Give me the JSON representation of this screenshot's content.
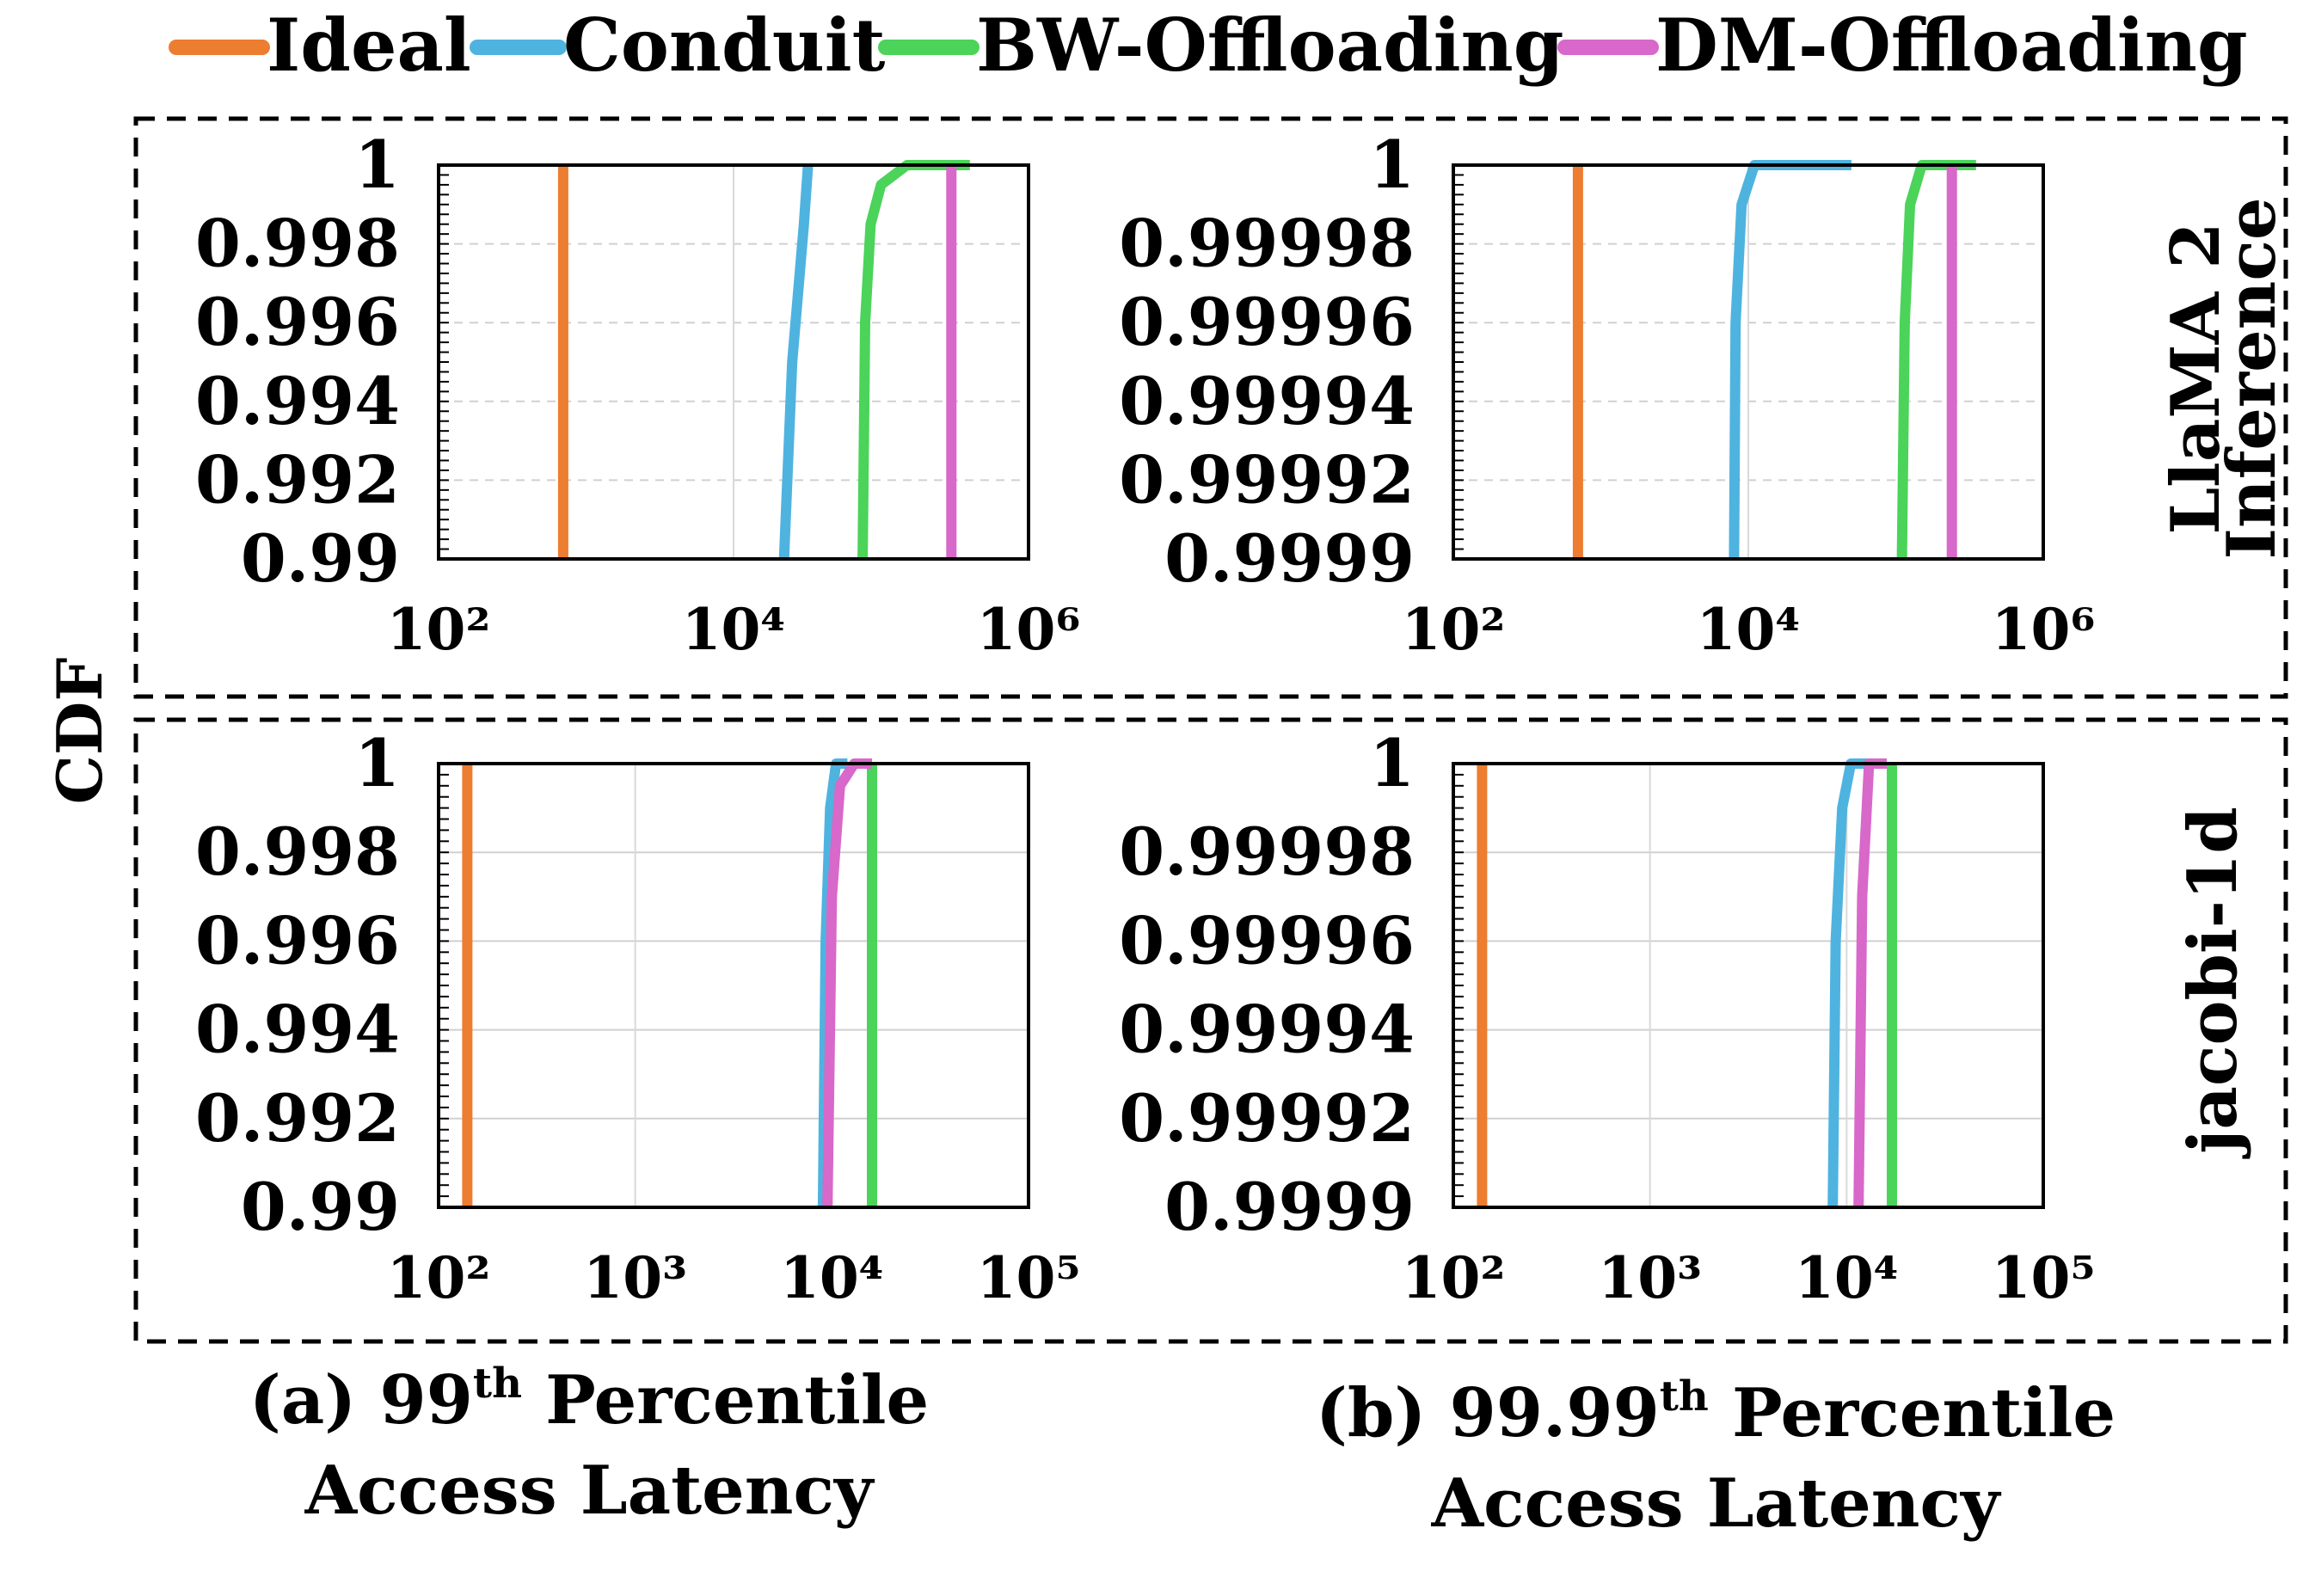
{
  "legend": [
    {
      "name": "Ideal",
      "color": "#ed7d31"
    },
    {
      "name": "Conduit",
      "color": "#4fb3e0"
    },
    {
      "name": "BW-Offloading",
      "color": "#4bd35a"
    },
    {
      "name": "DM-Offloading",
      "color": "#d868c9"
    }
  ],
  "ylabel": "CDF",
  "row_labels": [
    [
      "LlaMA 2",
      "Inference"
    ],
    [
      "jacobi-1d"
    ]
  ],
  "captions": [
    {
      "prefix": "(a) 99",
      "sup": "th",
      "rest": " Percentile",
      "line2": "Access Latency"
    },
    {
      "prefix": "(b) 99.99",
      "sup": "th",
      "rest": " Percentile",
      "line2": "Access Latency"
    }
  ],
  "chart_data": [
    {
      "type": "line",
      "panel": "LlaMA 2 Inference - 99th percentile",
      "xscale": "log",
      "xlim": [
        100,
        1000000
      ],
      "ylim": [
        0.99,
        1
      ],
      "xticks": [
        "10²",
        "10⁴",
        "10⁶"
      ],
      "yticks": [
        "0.99",
        "0.992",
        "0.994",
        "0.996",
        "0.998",
        "1"
      ],
      "series": [
        {
          "name": "Ideal",
          "points": [
            [
              700,
              0.99
            ],
            [
              700,
              1
            ]
          ]
        },
        {
          "name": "Conduit",
          "points": [
            [
              22000,
              0.99
            ],
            [
              25000,
              0.995
            ],
            [
              30000,
              0.9985
            ],
            [
              32000,
              1
            ]
          ]
        },
        {
          "name": "BW-Offloading",
          "points": [
            [
              75000,
              0.99
            ],
            [
              78000,
              0.996
            ],
            [
              85000,
              0.9985
            ],
            [
              100000,
              0.9995
            ],
            [
              150000,
              1
            ],
            [
              400000,
              1
            ]
          ]
        },
        {
          "name": "DM-Offloading",
          "points": [
            [
              300000,
              0.99
            ],
            [
              300000,
              1
            ]
          ]
        }
      ]
    },
    {
      "type": "line",
      "panel": "LlaMA 2 Inference - 99.99th percentile",
      "xscale": "log",
      "xlim": [
        100,
        1000000
      ],
      "ylim": [
        0.9999,
        1
      ],
      "xticks": [
        "10²",
        "10⁴",
        "10⁶"
      ],
      "yticks": [
        "0.9999",
        "0.99992",
        "0.99994",
        "0.99996",
        "0.99998",
        "1"
      ],
      "series": [
        {
          "name": "Ideal",
          "points": [
            [
              700,
              0.9999
            ],
            [
              700,
              1
            ]
          ]
        },
        {
          "name": "Conduit",
          "points": [
            [
              8000,
              0.9999
            ],
            [
              8200,
              0.99996
            ],
            [
              9000,
              0.99999
            ],
            [
              11000,
              1
            ],
            [
              50000,
              1
            ]
          ]
        },
        {
          "name": "BW-Offloading",
          "points": [
            [
              110000,
              0.9999
            ],
            [
              115000,
              0.99996
            ],
            [
              125000,
              0.99999
            ],
            [
              150000,
              1
            ],
            [
              350000,
              1
            ]
          ]
        },
        {
          "name": "DM-Offloading",
          "points": [
            [
              240000,
              0.9999
            ],
            [
              240000,
              1
            ]
          ]
        }
      ]
    },
    {
      "type": "line",
      "panel": "jacobi-1d - 99th percentile",
      "xscale": "log",
      "xlim": [
        100,
        100000
      ],
      "ylim": [
        0.99,
        1
      ],
      "xticks": [
        "10²",
        "10³",
        "10⁴",
        "10⁵"
      ],
      "yticks": [
        "0.99",
        "0.992",
        "0.994",
        "0.996",
        "0.998",
        "1"
      ],
      "series": [
        {
          "name": "Ideal",
          "points": [
            [
              140,
              0.99
            ],
            [
              140,
              1
            ]
          ]
        },
        {
          "name": "Conduit",
          "points": [
            [
              9000,
              0.99
            ],
            [
              9300,
              0.996
            ],
            [
              9800,
              0.999
            ],
            [
              10500,
              1
            ],
            [
              12000,
              1
            ]
          ]
        },
        {
          "name": "BW-Offloading",
          "points": [
            [
              16000,
              0.99
            ],
            [
              16000,
              1
            ]
          ]
        },
        {
          "name": "DM-Offloading",
          "points": [
            [
              9500,
              0.99
            ],
            [
              10000,
              0.997
            ],
            [
              11000,
              0.9995
            ],
            [
              13000,
              1
            ],
            [
              16000,
              1
            ]
          ]
        }
      ]
    },
    {
      "type": "line",
      "panel": "jacobi-1d - 99.99th percentile",
      "xscale": "log",
      "xlim": [
        100,
        100000
      ],
      "ylim": [
        0.9999,
        1
      ],
      "xticks": [
        "10²",
        "10³",
        "10⁴",
        "10⁵"
      ],
      "yticks": [
        "0.9999",
        "0.99992",
        "0.99994",
        "0.99996",
        "0.99998",
        "1"
      ],
      "series": [
        {
          "name": "Ideal",
          "points": [
            [
              140,
              0.9999
            ],
            [
              140,
              1
            ]
          ]
        },
        {
          "name": "Conduit",
          "points": [
            [
              8500,
              0.9999
            ],
            [
              8800,
              0.99996
            ],
            [
              9500,
              0.99999
            ],
            [
              10500,
              1
            ],
            [
              14000,
              1
            ]
          ]
        },
        {
          "name": "BW-Offloading",
          "points": [
            [
              17000,
              0.9999
            ],
            [
              17000,
              1
            ]
          ]
        },
        {
          "name": "DM-Offloading",
          "points": [
            [
              11500,
              0.9999
            ],
            [
              12000,
              0.99997
            ],
            [
              13000,
              1
            ],
            [
              16000,
              1
            ]
          ]
        }
      ]
    }
  ]
}
